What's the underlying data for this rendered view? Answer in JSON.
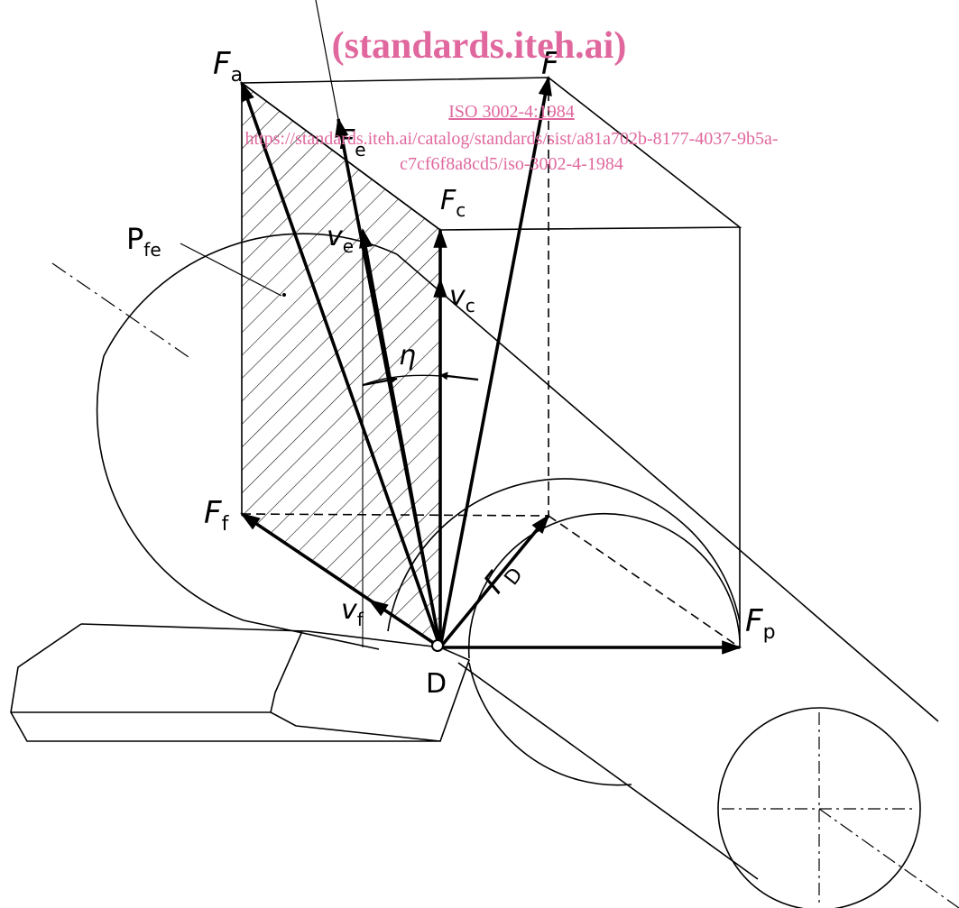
{
  "watermark": {
    "title": "(standards.iteh.ai)",
    "ref_link": "ISO 3002-4:1984",
    "url_line1": "https://standards.iteh.ai/catalog/standards/sist/a81a702b-8177-4037-9b5a-",
    "url_line2": "c7cf6f8a8cd5/iso-3002-4-1984",
    "color": "#e0689e"
  },
  "labels": {
    "F_a": {
      "main": "F",
      "sub": "a"
    },
    "F": {
      "main": "F",
      "sub": ""
    },
    "F_e": {
      "main": "F",
      "sub": "e"
    },
    "F_c": {
      "main": "F",
      "sub": "c"
    },
    "v_e": {
      "main": "v",
      "sub": "e"
    },
    "v_c": {
      "main": "v",
      "sub": "c"
    },
    "P_fe": {
      "main": "P",
      "sub": "fe"
    },
    "eta": {
      "main": "η",
      "sub": ""
    },
    "F_f": {
      "main": "F",
      "sub": "f"
    },
    "v_f": {
      "main": "v",
      "sub": "f"
    },
    "F_D": {
      "main": "F",
      "sub": "D"
    },
    "F_p": {
      "main": "F",
      "sub": "p"
    },
    "D": {
      "main": "D",
      "sub": ""
    }
  }
}
